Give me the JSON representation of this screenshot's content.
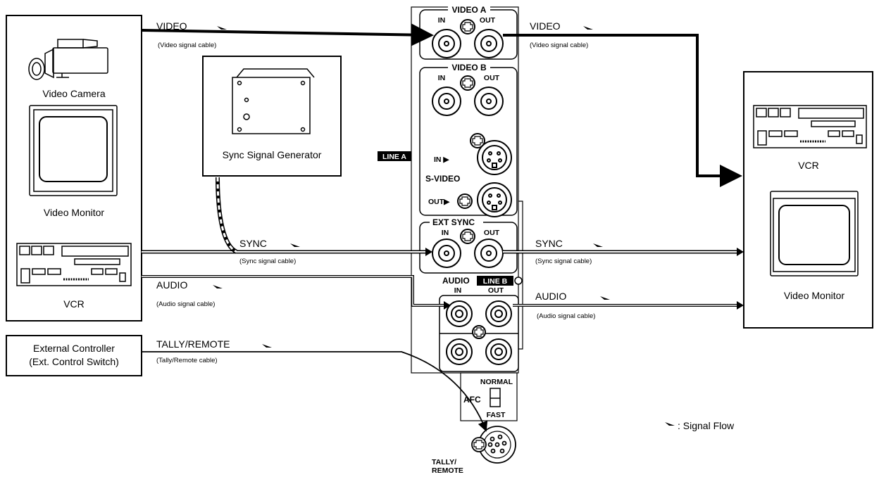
{
  "devices": {
    "camera": "Video Camera",
    "monitor_left": "Video Monitor",
    "vcr_left": "VCR",
    "sync_generator": "Sync Signal Generator",
    "controller_line1": "External Controller",
    "controller_line2": "(Ext. Control Switch)",
    "vcr_right": "VCR",
    "monitor_right": "Video Monitor"
  },
  "signals": {
    "video_left": "VIDEO",
    "video_left_cable": "(Video signal cable)",
    "video_right": "VIDEO",
    "video_right_cable": "(Video signal cable)",
    "sync_left": "SYNC",
    "sync_left_cable": "(Sync signal cable)",
    "sync_right": "SYNC",
    "sync_right_cable": "(Sync signal cable)",
    "audio_left": "AUDIO",
    "audio_left_cable": "(Audio signal cable)",
    "audio_right": "AUDIO",
    "audio_right_cable": "(Audio signal cable)",
    "tally": "TALLY/REMOTE",
    "tally_cable": "(Tally/Remote cable)"
  },
  "panel": {
    "video_a": "VIDEO A",
    "video_b": "VIDEO B",
    "ext_sync": "EXT SYNC",
    "in": "IN",
    "out": "OUT",
    "s_video": "S-VIDEO",
    "s_in": "IN ▶",
    "s_out": "OUT▶",
    "line_a": "LINE A",
    "line_b": "LINE B",
    "audio": "AUDIO",
    "normal": "NORMAL",
    "afc": "AFC",
    "fast": "FAST",
    "tally_line1": "TALLY/",
    "tally_line2": "REMOTE"
  },
  "legend": {
    "text": ": Signal Flow"
  }
}
